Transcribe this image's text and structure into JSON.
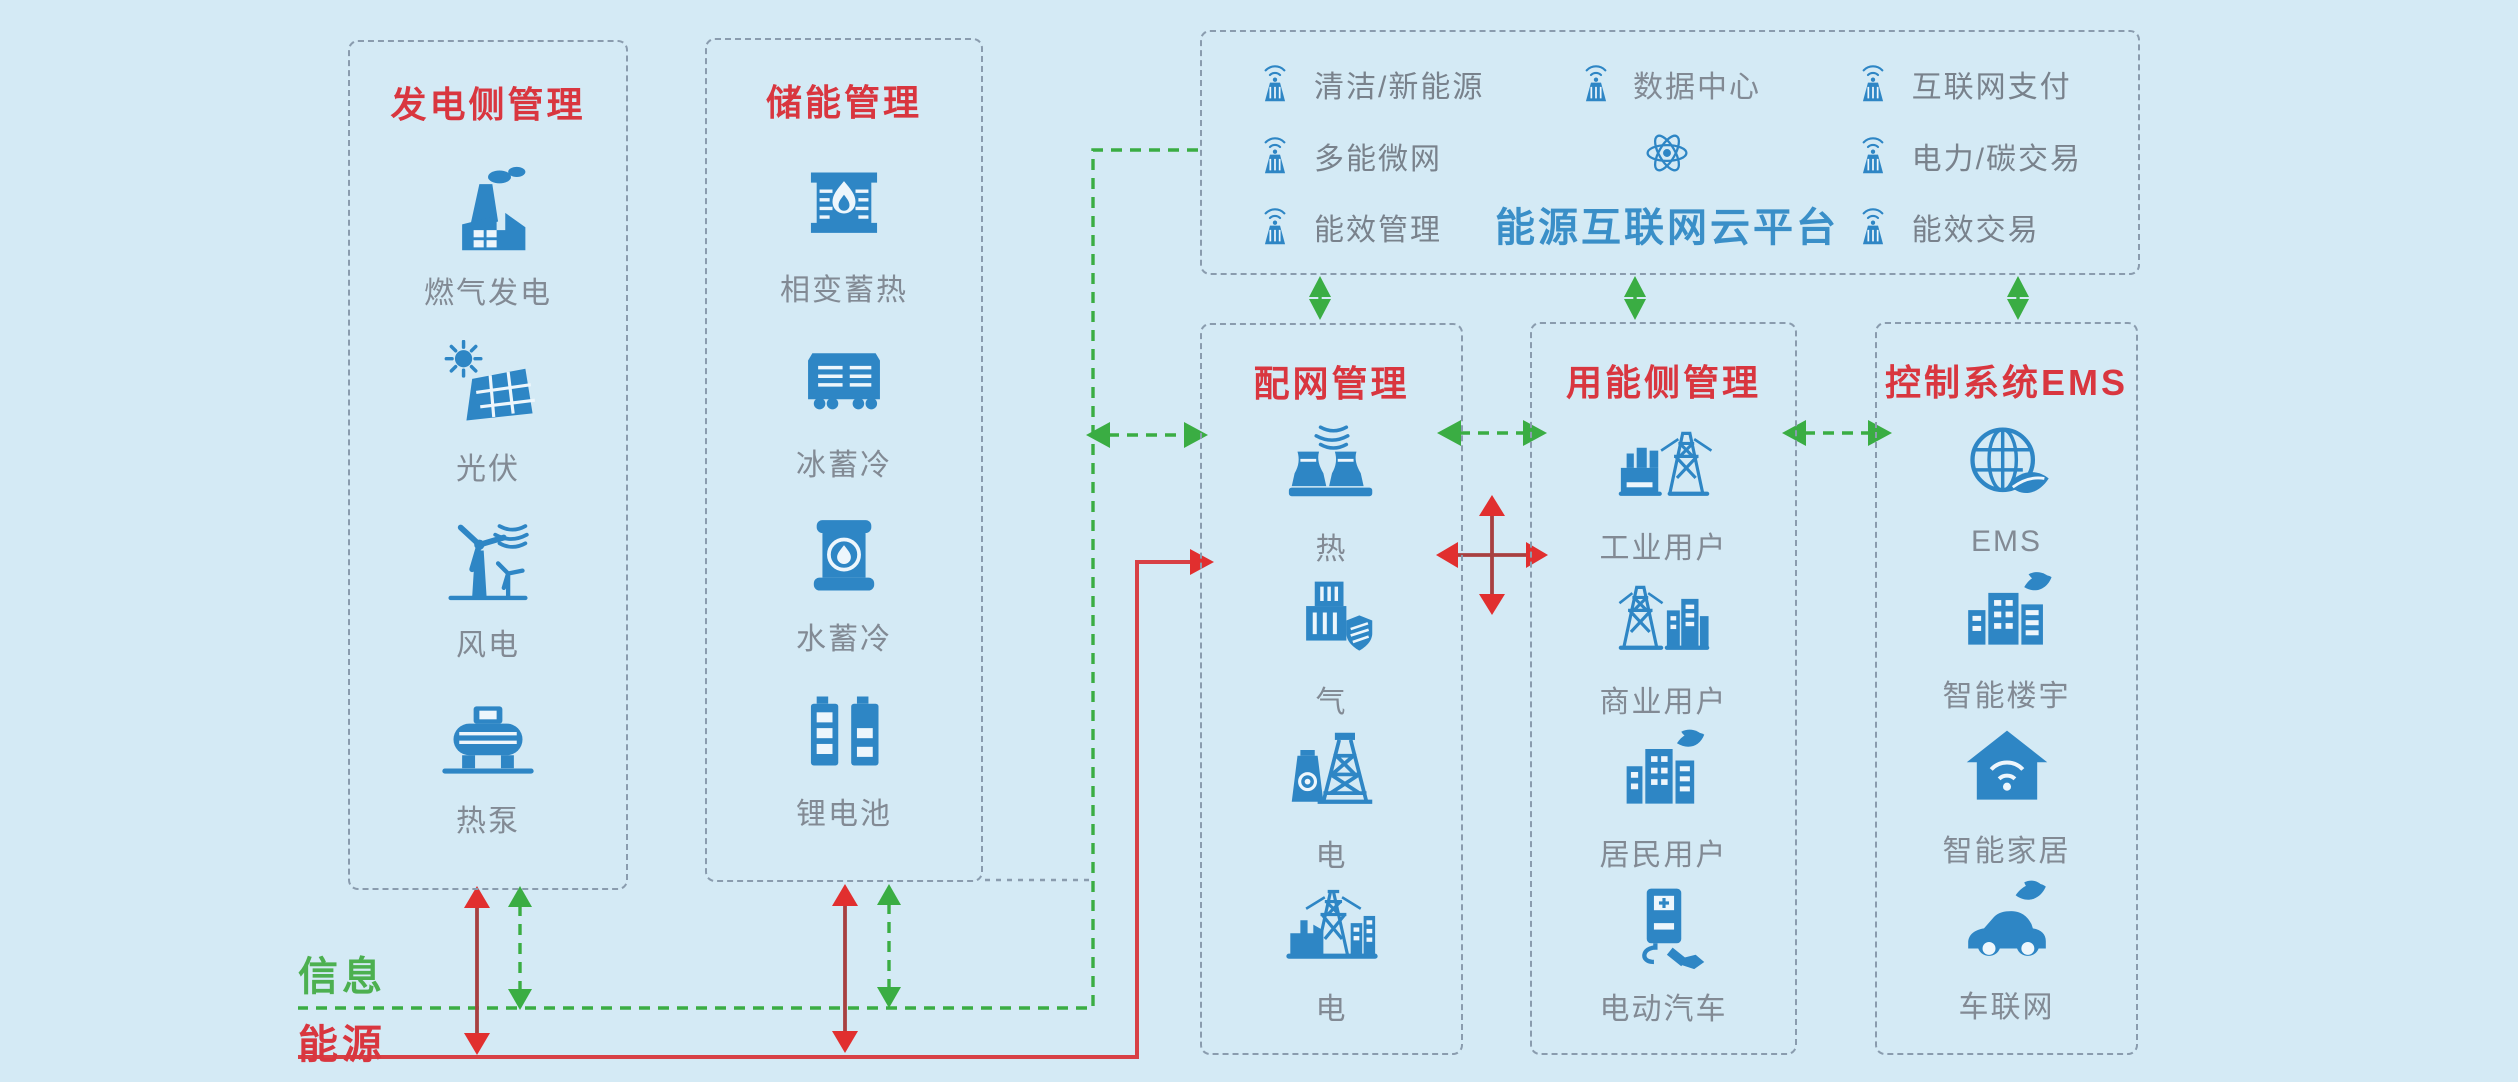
{
  "colors": {
    "background": "#d4eaf5",
    "title_red": "#d9363f",
    "icon_blue": "#2e86c5",
    "platform_blue": "#3a8fc8",
    "info_green": "#3aad43",
    "energy_red": "#d84045",
    "label_gray": "#828a94"
  },
  "legend": {
    "info_label": "信息",
    "energy_label": "能源"
  },
  "boxes": {
    "generation": {
      "title": "发电侧管理",
      "items": [
        {
          "icon": "gas-power-plant",
          "label": "燃气发电"
        },
        {
          "icon": "solar-pv",
          "label": "光伏"
        },
        {
          "icon": "wind-turbine",
          "label": "风电"
        },
        {
          "icon": "heat-pump",
          "label": "热泵"
        }
      ]
    },
    "storage": {
      "title": "储能管理",
      "items": [
        {
          "icon": "phase-change-heat-storage",
          "label": "相变蓄热"
        },
        {
          "icon": "ice-storage",
          "label": "冰蓄冷"
        },
        {
          "icon": "water-storage",
          "label": "水蓄冷"
        },
        {
          "icon": "lithium-battery",
          "label": "锂电池"
        }
      ]
    },
    "cloud": {
      "platform_title": "能源互联网云平台",
      "left_items": [
        {
          "icon": "iot-sensor",
          "label": "清洁/新能源"
        },
        {
          "icon": "iot-sensor",
          "label": "多能微网"
        },
        {
          "icon": "iot-sensor",
          "label": "能效管理"
        }
      ],
      "center_item": {
        "icon": "iot-sensor",
        "label": "数据中心"
      },
      "atom_icon": "atom",
      "right_items": [
        {
          "icon": "iot-sensor",
          "label": "互联网支付"
        },
        {
          "icon": "iot-sensor",
          "label": "电力/碳交易"
        },
        {
          "icon": "iot-sensor",
          "label": "能效交易"
        }
      ]
    },
    "distribution": {
      "title": "配网管理",
      "items": [
        {
          "icon": "cooling-towers",
          "label": "热"
        },
        {
          "icon": "gas-building",
          "label": "气"
        },
        {
          "icon": "derrick-towers",
          "label": "电"
        },
        {
          "icon": "power-grid",
          "label": "电"
        }
      ]
    },
    "consumption": {
      "title": "用能侧管理",
      "items": [
        {
          "icon": "industrial-user",
          "label": "工业用户"
        },
        {
          "icon": "commercial-user",
          "label": "商业用户"
        },
        {
          "icon": "residential-user",
          "label": "居民用户"
        },
        {
          "icon": "ev-charging",
          "label": "电动汽车"
        }
      ]
    },
    "control": {
      "title": "控制系统EMS",
      "items": [
        {
          "icon": "ems-globe",
          "label": "EMS"
        },
        {
          "icon": "smart-building",
          "label": "智能楼宇"
        },
        {
          "icon": "smart-home",
          "label": "智能家居"
        },
        {
          "icon": "connected-car",
          "label": "车联网"
        }
      ]
    }
  }
}
